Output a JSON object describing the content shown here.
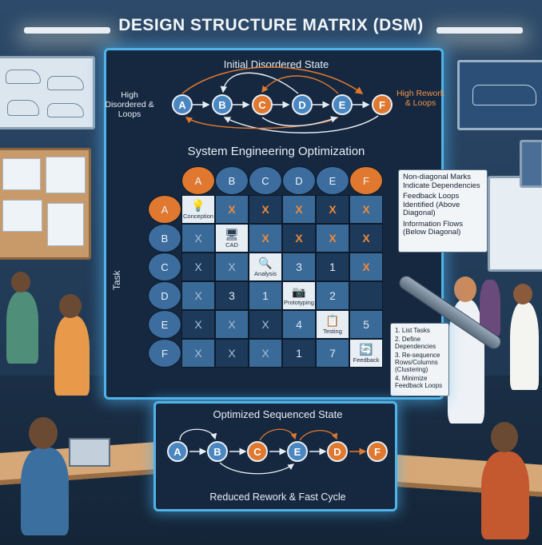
{
  "title": "DESIGN STRUCTURE MATRIX (DSM)",
  "initial_state": {
    "title": "Initial Disordered State",
    "left_label": "High Disordered & Loops",
    "right_label": "High Rework & Loops",
    "nodes": [
      "A",
      "B",
      "C",
      "D",
      "E",
      "F"
    ]
  },
  "matrix_section": {
    "title": "System Engineering Optimization",
    "axis_label": "Task",
    "columns": [
      "A",
      "B",
      "C",
      "D",
      "E",
      "F"
    ],
    "rows": [
      {
        "label": "A",
        "cells": [
          "Conception",
          "X",
          "X",
          "X",
          "X",
          "X"
        ]
      },
      {
        "label": "B",
        "cells": [
          "X",
          "CAD",
          "X",
          "X",
          "X",
          "X"
        ]
      },
      {
        "label": "C",
        "cells": [
          "X",
          "X",
          "Analysis",
          "3",
          "1",
          "X"
        ]
      },
      {
        "label": "D",
        "cells": [
          "X",
          "3",
          "1",
          "Prototyping",
          "2",
          ""
        ]
      },
      {
        "label": "E",
        "cells": [
          "X",
          "X",
          "X",
          "4",
          "Testing",
          "5"
        ]
      },
      {
        "label": "F",
        "cells": [
          "X",
          "X",
          "X",
          "1",
          "7",
          "Feedback"
        ]
      }
    ]
  },
  "callout": {
    "line1": "Non-diagonal Marks Indicate Dependencies",
    "line2": "Feedback Loops Identified (Above Diagonal)",
    "line3": "Information Flows (Below Diagonal)"
  },
  "steps": [
    "1. List Tasks",
    "2. Define Dependencies",
    "3. Re-sequence Rows/Columns (Clustering)",
    "4. Minimize Feedback Loops"
  ],
  "optimized_state": {
    "title": "Optimized Sequenced State",
    "nodes": [
      "A",
      "B",
      "C",
      "E",
      "D",
      "F"
    ],
    "caption": "Reduced Rework & Fast Cycle"
  },
  "colors": {
    "accent_glow": "#4fb3e8",
    "orange": "#e0782f",
    "blue_node": "#4a86c0",
    "panel_bg": "#15283f"
  }
}
